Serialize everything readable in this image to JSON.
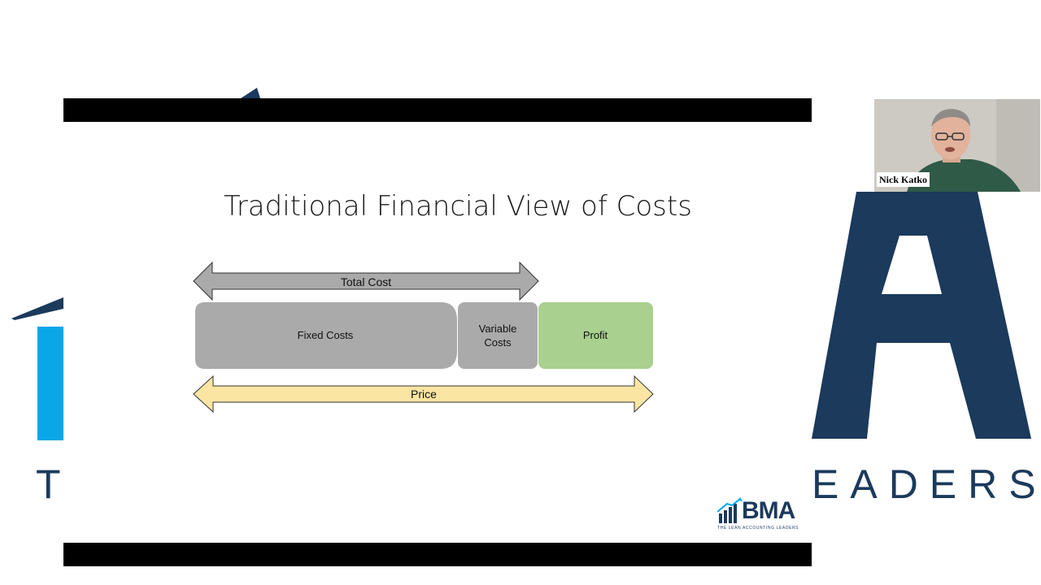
{
  "background": {
    "left_text": "T",
    "right_text": "EADERS",
    "colors": {
      "navy": "#1b3a5c",
      "cyan": "#0aa7e8"
    }
  },
  "slide": {
    "title": "Traditional Financial View of Costs",
    "diagram": {
      "total_cost_label": "Total Cost",
      "fixed_costs_label": "Fixed Costs",
      "variable_costs_line1": "Variable",
      "variable_costs_line2": "Costs",
      "profit_label": "Profit",
      "price_label": "Price",
      "colors": {
        "gray": "#aaaaaa",
        "profit_green": "#a9d08e",
        "price_yellow": "#fbe5a3",
        "arrow_border": "#333333"
      }
    },
    "brand": {
      "name": "BMA",
      "tagline": "THE LEAN ACCOUNTING LEADERS",
      "icon": "bar-chart-arrow-icon"
    }
  },
  "participant": {
    "name": "Nick Katko"
  }
}
